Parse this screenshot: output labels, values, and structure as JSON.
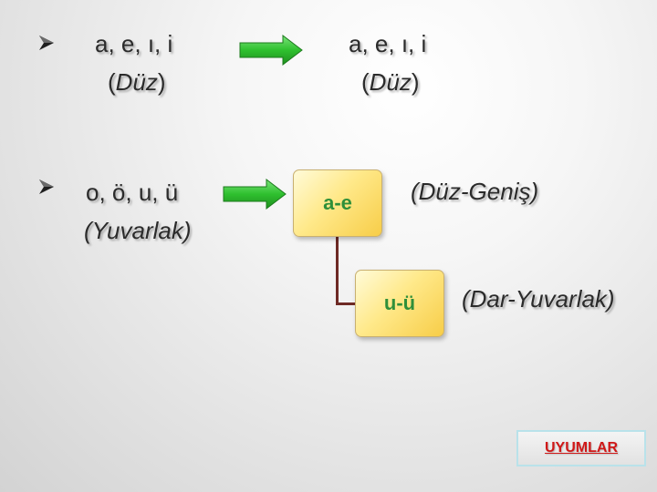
{
  "row1": {
    "left_vowels": "a, e, ı, i",
    "left_paren_open": "(",
    "left_label": "Düz",
    "left_paren_close": ")",
    "right_vowels": "a, e, ı, i",
    "right_paren_open": "(",
    "right_label": "Düz",
    "right_paren_close": ")"
  },
  "row2": {
    "left_vowels": "o, ö, u, ü",
    "left_label": "(Yuvarlak)",
    "box_top": "a-e",
    "box_top_label": "(Düz-Geniş)",
    "box_bottom": "u-ü",
    "box_bottom_label": "(Dar-Yuvarlak)"
  },
  "button": {
    "label": "UYUMLAR"
  },
  "icons": {
    "bullet": "arrowhead-bullet-icon",
    "arrow": "green-right-arrow-icon"
  },
  "colors": {
    "arrow": "#3cc83c",
    "box_text": "#2f8f3a",
    "connector": "#6e2a25",
    "button_text": "#d01818",
    "text": "#2b2b2b"
  }
}
